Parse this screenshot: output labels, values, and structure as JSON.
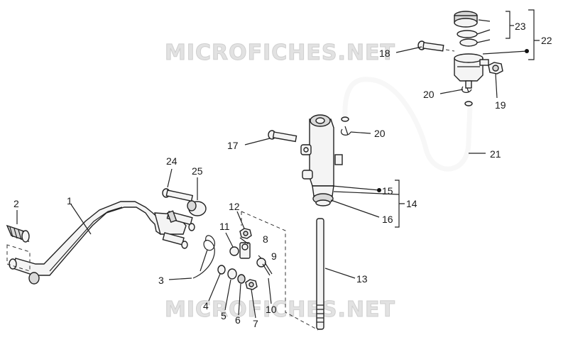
{
  "watermark": {
    "top": "MICROFICHES.NET",
    "bottom": "MICROFICHES.NET"
  },
  "callouts": {
    "c1": "1",
    "c2": "2",
    "c3": "3",
    "c4": "4",
    "c5": "5",
    "c6": "6",
    "c7": "7",
    "c8": "8",
    "c9": "9",
    "c10": "10",
    "c11": "11",
    "c12": "12",
    "c13": "13",
    "c14": "14",
    "c15": "15",
    "c16": "16",
    "c17": "17",
    "c18": "18",
    "c19": "19",
    "c20a": "20",
    "c20b": "20",
    "c21": "21",
    "c22": "22",
    "c23": "23",
    "c24": "24",
    "c25": "25"
  }
}
